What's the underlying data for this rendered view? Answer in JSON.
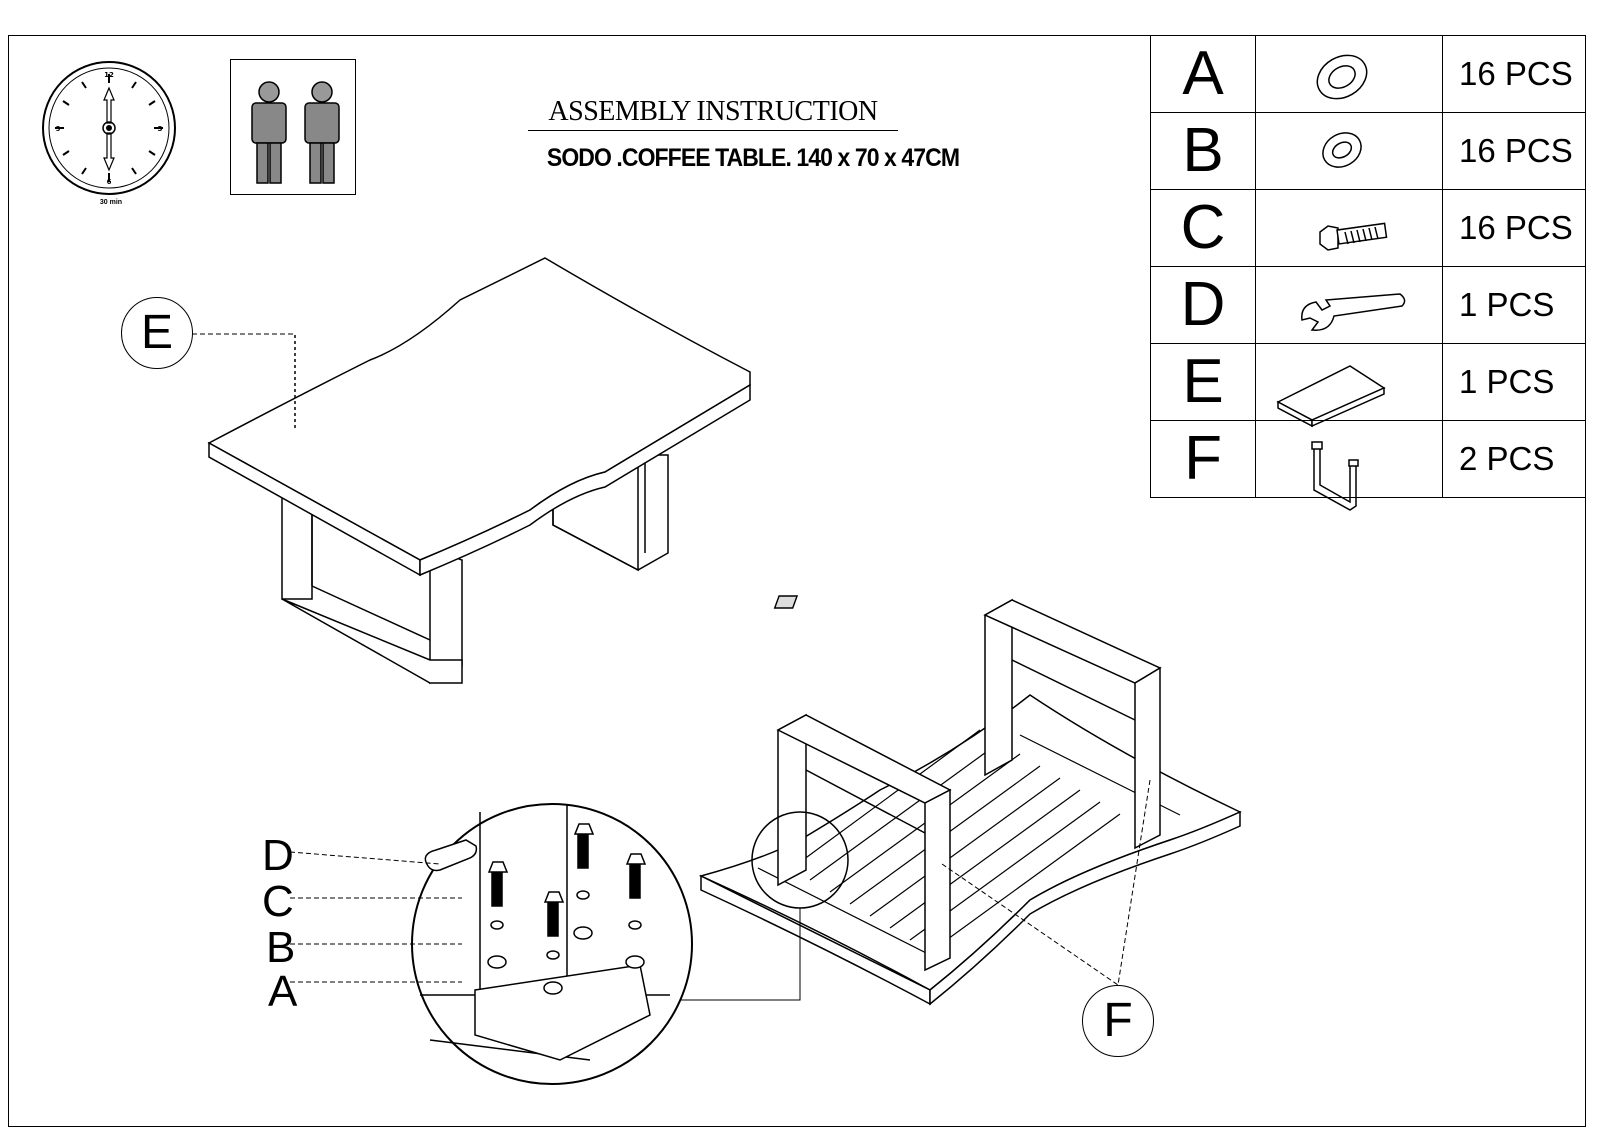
{
  "document": {
    "title": "ASSEMBLY INSTRUCTION",
    "subtitle": "SODO .COFFEE TABLE. 140 x 70 x 47CM",
    "clock_caption": "30 min",
    "clock_numbers": [
      "12",
      "3",
      "6",
      "9"
    ]
  },
  "parts": [
    {
      "letter": "A",
      "icon": "flat-washer-icon",
      "qty": "16 PCS"
    },
    {
      "letter": "B",
      "icon": "spring-washer-icon",
      "qty": "16 PCS"
    },
    {
      "letter": "C",
      "icon": "bolt-icon",
      "qty": "16 PCS"
    },
    {
      "letter": "D",
      "icon": "wrench-icon",
      "qty": "1 PCS"
    },
    {
      "letter": "E",
      "icon": "tabletop-icon",
      "qty": "1 PCS"
    },
    {
      "letter": "F",
      "icon": "u-leg-frame-icon",
      "qty": "2 PCS"
    }
  ],
  "callouts": {
    "tabletop": "E",
    "legs": "F",
    "detail": [
      "D",
      "C",
      "B",
      "A"
    ]
  }
}
